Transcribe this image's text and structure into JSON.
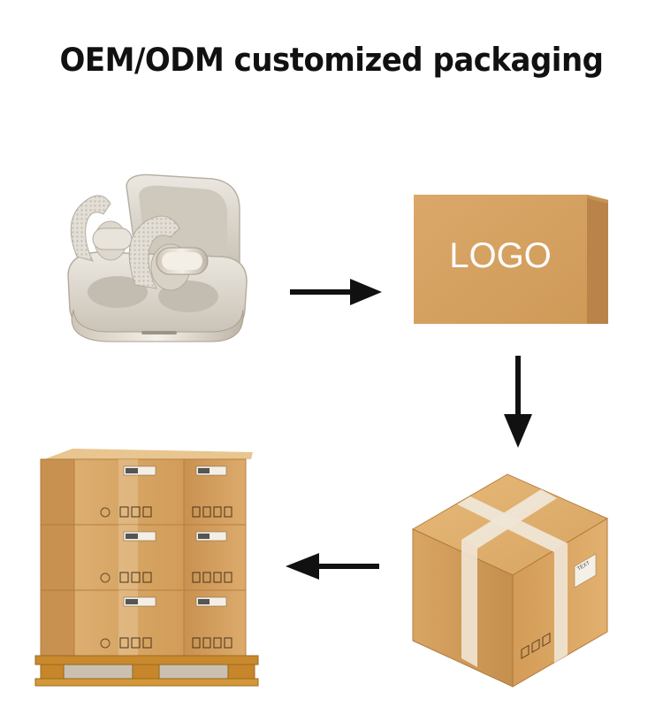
{
  "title": "OEM/ODM customized packaging",
  "colors": {
    "cardboard": "#d9a766",
    "cardboard_dark": "#c08a4a",
    "tape": "#efe6d6",
    "case": "#d9d3c9",
    "arrow": "#111111"
  },
  "steps": {
    "product": {
      "icon": "earbuds-case-icon"
    },
    "retail_box": {
      "logo_text": "LOGO",
      "icon": "retail-box-icon"
    },
    "shipping_box": {
      "label_text": "TEXT",
      "icon": "shipping-carton-icon"
    },
    "pallet": {
      "icon": "pallet-stack-icon"
    }
  },
  "arrows": [
    "arrow-right-icon",
    "arrow-down-icon",
    "arrow-left-icon"
  ]
}
